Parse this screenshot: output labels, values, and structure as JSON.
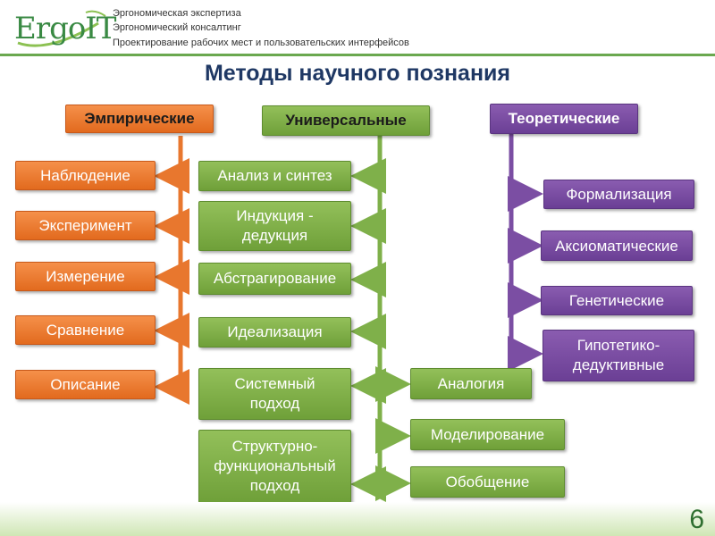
{
  "header": {
    "logo_text": "ErgoIT",
    "line1": "Эргономическая экспертиза",
    "line2": "Эргономический консалтинг",
    "line3": "Проектирование рабочих мест и пользовательских интерфейсов"
  },
  "title": "Методы научного познания",
  "columns": {
    "empirical": {
      "label": "Эмпирические",
      "items": [
        "Наблюдение",
        "Эксперимент",
        "Измерение",
        "Сравнение",
        "Описание"
      ]
    },
    "universal": {
      "label": "Универсальные",
      "items": [
        "Анализ и синтез",
        "Индукция - дедукция",
        "Абстрагирование",
        "Идеализация",
        "Системный подход",
        "Структурно-функциональный подход"
      ],
      "sub_items": [
        "Аналогия",
        "Моделирование",
        "Обобщение"
      ]
    },
    "theoretical": {
      "label": "Теоретические",
      "items": [
        "Формализация",
        "Аксиоматические",
        "Генетические",
        "Гипотетико-дедуктивные"
      ]
    }
  },
  "page_number": "6",
  "colors": {
    "orange": "#e8772e",
    "green": "#7fb04a",
    "purple": "#7b4ea3",
    "title": "#1f3864"
  }
}
